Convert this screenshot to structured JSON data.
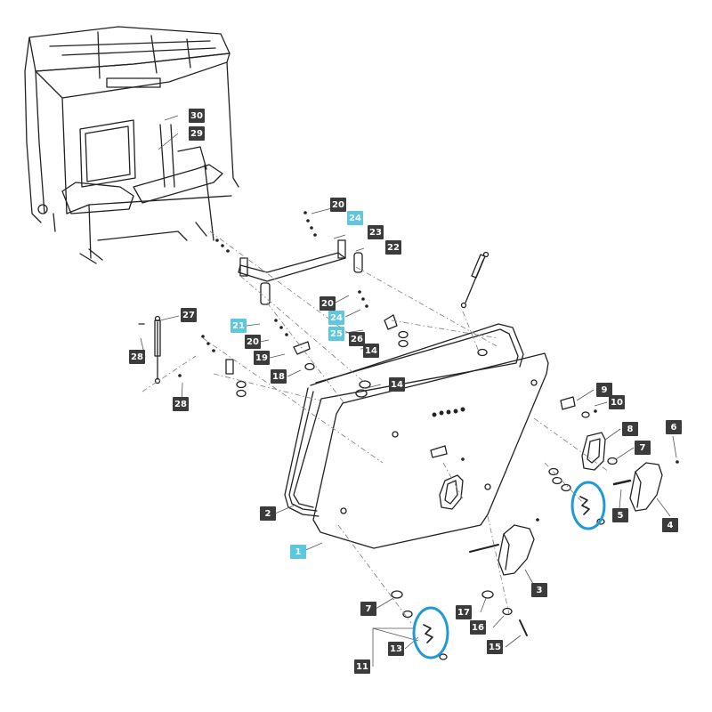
{
  "colors": {
    "callout_dark": "#3b3b3b",
    "callout_highlight": "#5cc7dd",
    "circle_highlight": "#1f9ad6",
    "line": "#222222",
    "leader": "#8a8a8a"
  },
  "callouts": {
    "c1": "1",
    "c2": "2",
    "c3": "3",
    "c4": "4",
    "c5": "5",
    "c6": "6",
    "c7a": "7",
    "c7b": "7",
    "c8": "8",
    "c9": "9",
    "c10": "10",
    "c11": "11",
    "c13": "13",
    "c14a": "14",
    "c14b": "14",
    "c15": "15",
    "c16": "16",
    "c17": "17",
    "c18": "18",
    "c19": "19",
    "c20a": "20",
    "c20b": "20",
    "c20c": "20",
    "c21": "21",
    "c22": "22",
    "c23": "23",
    "c24a": "24",
    "c24b": "24",
    "c25": "25",
    "c26": "26",
    "c27": "27",
    "c28a": "28",
    "c28b": "28",
    "c29": "29",
    "c30": "30"
  }
}
